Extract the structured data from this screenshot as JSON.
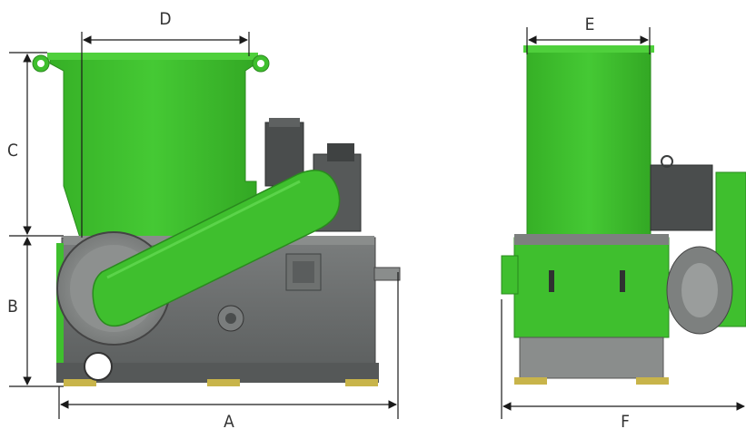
{
  "dimensions": {
    "A": "A",
    "B": "B",
    "C": "C",
    "D": "D",
    "E": "E",
    "F": "F"
  },
  "colors": {
    "machine_green": "#3fbf2e",
    "machine_green_dark": "#2e9a22",
    "machine_green_light": "#5bd44a",
    "steel_gray": "#6b6e6e",
    "steel_gray_dark": "#3f4242",
    "steel_gray_light": "#9a9d9c",
    "dimension_line": "#1a1a1a",
    "feet_yellow": "#c8b44a"
  },
  "icons": [
    "dimension-arrow-icon"
  ]
}
